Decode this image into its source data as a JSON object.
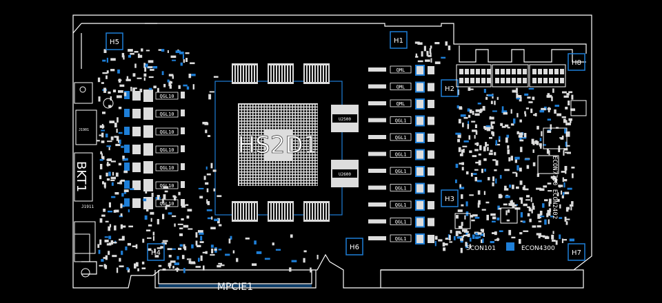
{
  "board": {
    "background": "#000000",
    "outline_color": "#ffffff",
    "highlight_color": "#1e7fd8",
    "gpu_label": "HS2D1",
    "memory_labels": [
      "U2500",
      "U2600"
    ],
    "edge_connector": "MPCIE1",
    "connectors": [
      "SCON101",
      "ECON4300"
    ],
    "rotated_label": "ECON7700 ECON2402",
    "bracket_label": "BKT1",
    "left_jack": "J1911",
    "left_small": "J1901",
    "mount_holes": [
      "H1",
      "H2",
      "H3",
      "H4",
      "H5",
      "H6",
      "H7",
      "H8"
    ],
    "left_vrm_labels": [
      "QGL10",
      "QGL10",
      "QGL10",
      "QGL10",
      "QGL10",
      "QGL10",
      "QGL10"
    ],
    "right_vrm_labels": [
      "QML",
      "QML",
      "QML",
      "QGL1",
      "QGL1",
      "QGL1",
      "QGL1",
      "QGL1",
      "QGL1",
      "QGL1",
      "QGL1"
    ]
  }
}
